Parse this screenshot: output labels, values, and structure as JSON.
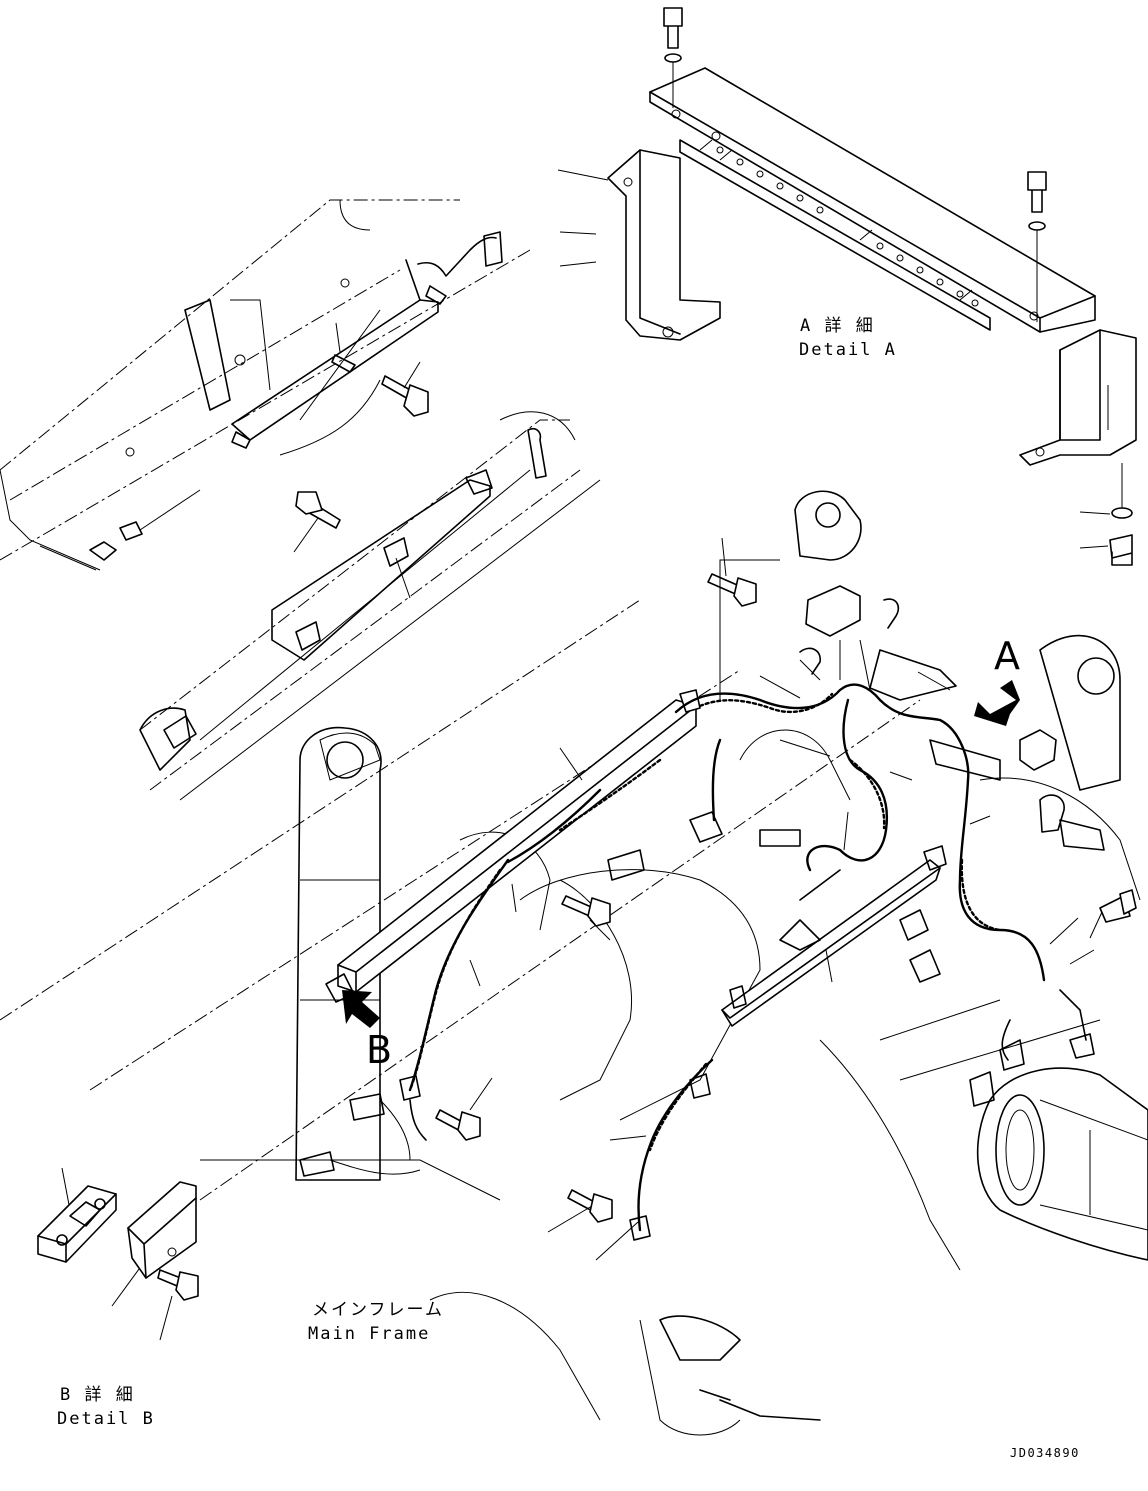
{
  "detail_a": {
    "jp": "A 詳 細",
    "en": "Detail A"
  },
  "detail_b": {
    "jp": "B 詳 細",
    "en": "Detail B"
  },
  "main_frame": {
    "jp": "メインフレーム",
    "en": "Main Frame"
  },
  "view_markers": {
    "a": "A",
    "b": "B"
  },
  "drawing_code": "JD034890"
}
